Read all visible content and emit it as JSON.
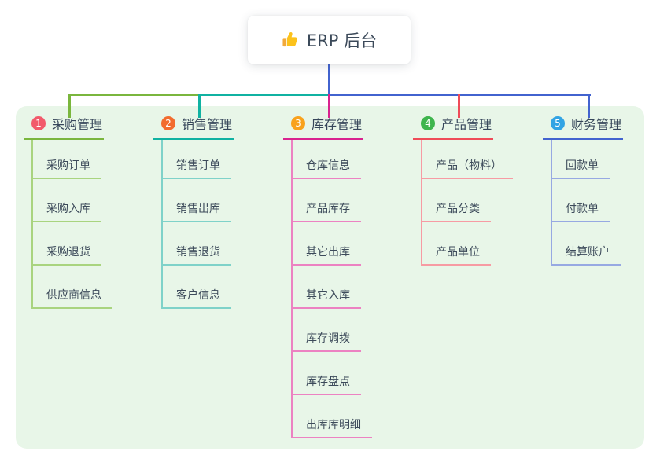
{
  "root": {
    "label": "ERP 后台",
    "icon": "thumbs-up-icon",
    "line_color": "#4263cf"
  },
  "colors": {
    "panel_bg": "#e8f6e8",
    "text": "#3c4a5a",
    "root_card_bg": "#ffffff"
  },
  "branches": [
    {
      "index": "1",
      "label": "采购管理",
      "badge_color": "#f25a6b",
      "line_color": "#7ab63d",
      "child_line_color": "#a9d47f",
      "children": [
        "采购订单",
        "采购入库",
        "采购退货",
        "供应商信息"
      ]
    },
    {
      "index": "2",
      "label": "销售管理",
      "badge_color": "#f26c2e",
      "line_color": "#10b2a2",
      "child_line_color": "#7fd2c9",
      "children": [
        "销售订单",
        "销售出库",
        "销售退货",
        "客户信息"
      ]
    },
    {
      "index": "3",
      "label": "库存管理",
      "badge_color": "#f9a21c",
      "line_color": "#d9238f",
      "child_line_color": "#ec82c2",
      "children": [
        "仓库信息",
        "产品库存",
        "其它出库",
        "其它入库",
        "库存调拨",
        "库存盘点",
        "出库库明细"
      ]
    },
    {
      "index": "4",
      "label": "产品管理",
      "badge_color": "#3eb54d",
      "line_color": "#ef4b58",
      "child_line_color": "#f79ba3",
      "children": [
        "产品（物料）",
        "产品分类",
        "产品单位"
      ]
    },
    {
      "index": "5",
      "label": "财务管理",
      "badge_color": "#32a4e4",
      "line_color": "#4263cf",
      "child_line_color": "#97a9e2",
      "children": [
        "回款单",
        "付款单",
        "结算账户"
      ]
    }
  ]
}
